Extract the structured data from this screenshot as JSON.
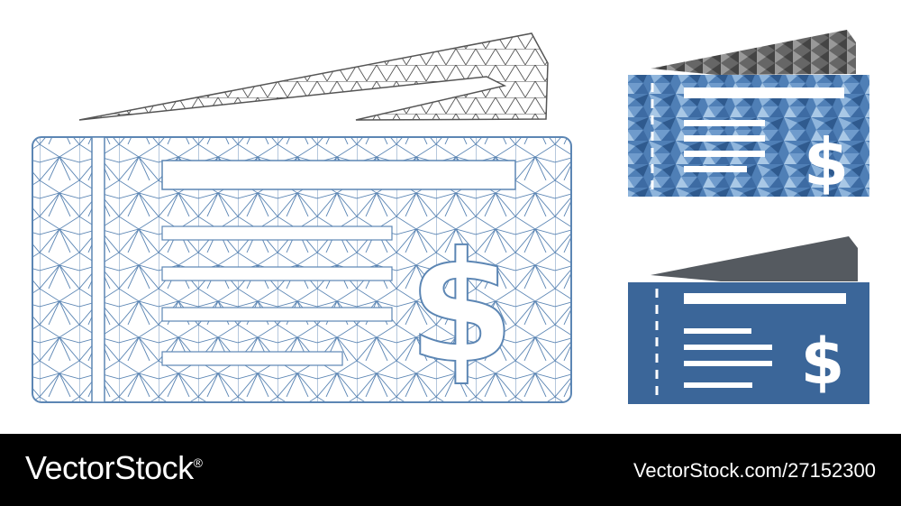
{
  "footer": {
    "brand": "VectorStock",
    "registered_mark": "®",
    "stock_id": "VectorStock.com/27152300"
  },
  "icons": [
    {
      "name": "mesh-cheque-icon",
      "style": "wireframe mesh"
    },
    {
      "name": "mosaic-cheque-icon",
      "style": "triangle mosaic"
    },
    {
      "name": "flat-cheque-icon",
      "style": "flat"
    }
  ],
  "symbols": {
    "currency": "$"
  },
  "colors": {
    "mesh_line": "#5c86b4",
    "mesh_dark": "#555555",
    "flat_blue": "#3b6699",
    "flat_gray": "#555a60",
    "mosaic_blue": "#4f7fb6",
    "mosaic_light": "#8fb5dc",
    "footer_bg": "#000000",
    "background": "#ffffff"
  }
}
